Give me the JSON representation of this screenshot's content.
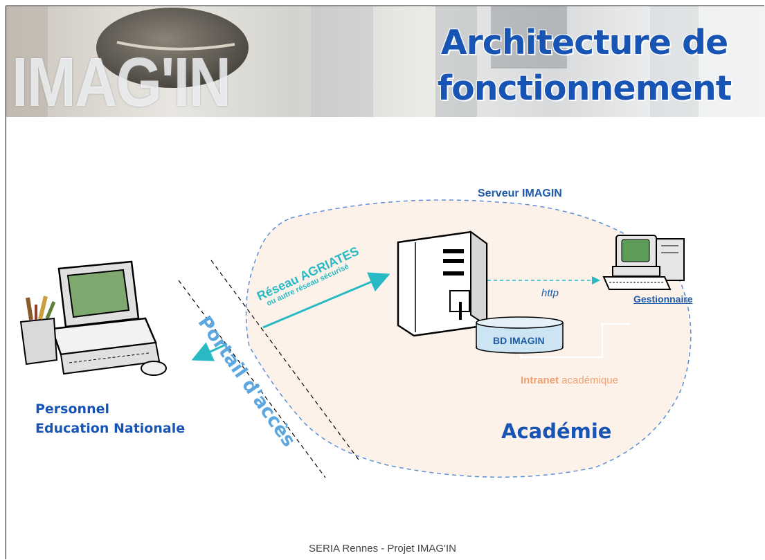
{
  "header": {
    "logo": "IMAG'IN",
    "title_line1": "Architecture de",
    "title_line2": "fonctionnement"
  },
  "diagram": {
    "server_label": "Serveur IMAGIN",
    "network_label": "Réseau AGRIATES",
    "network_sublabel": "ou autre réseau sécurisé",
    "portal_label": "Portail d'accès",
    "protocol_label": "http",
    "manager_label": "Gestionnaire",
    "database_label": "BD IMAGIN",
    "intranet_bold": "Intranet",
    "intranet_rest": "académique",
    "region_label": "Académie",
    "user_line1": "Personnel",
    "user_line2": "Education Nationale"
  },
  "colors": {
    "title_blue": "#1754b3",
    "label_blue": "#1f5aa8",
    "network_cyan": "#28b9c4",
    "portal_blue": "#5ca7e0",
    "intranet_orange": "#f0a070",
    "zone_fill": "#fdf2ea",
    "zone_border": "#5b8fd6"
  },
  "footer": {
    "text": "SERIA Rennes - Projet IMAG'IN"
  }
}
